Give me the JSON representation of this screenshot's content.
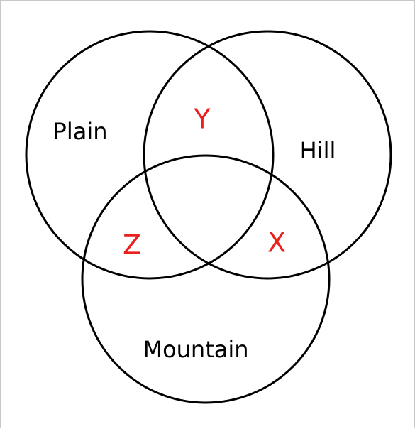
{
  "sets": {
    "plain": "Plain",
    "hill": "Hill",
    "mountain": "Mountain"
  },
  "regions": {
    "plain_hill": "Y",
    "hill_mountain": "X",
    "plain_mountain": "Z"
  },
  "colors": {
    "outline": "#000000",
    "region_label": "#e8211f",
    "background": "#ffffff"
  }
}
